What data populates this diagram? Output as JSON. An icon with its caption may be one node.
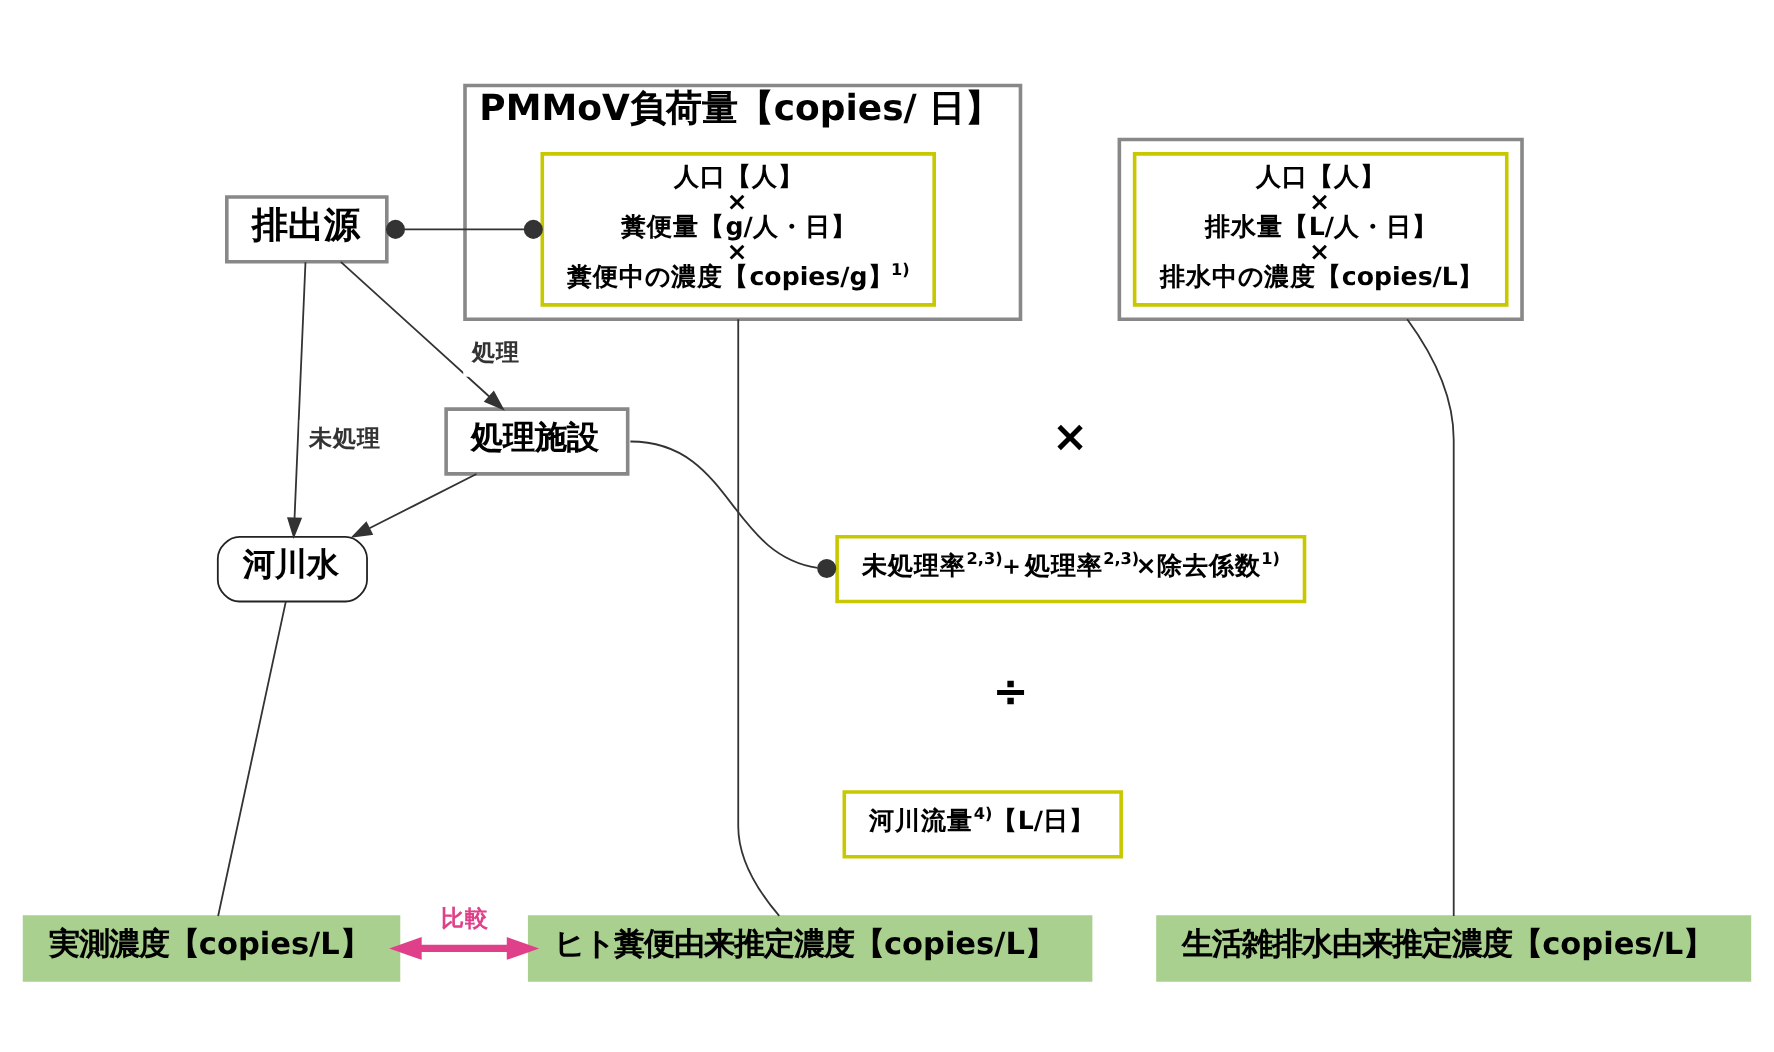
{
  "diagram": {
    "nodes": [
      {
        "text": [
          "排出源"
        ]
      },
      {
        "text": [
          "PMMoV負荷量【copies/ 日】"
        ]
      },
      {
        "text": [
          "人口【人】",
          "×",
          "糞便量【g/人・日】",
          "×",
          "糞便中の濃度【copies/g】$^{1)}$"
        ],
        "in": 1
      },
      {
        "text": [],
        "shape": "box"
      },
      {
        "text": [
          "人口【人】",
          "×",
          "排水量【L/人・日】",
          "×",
          "排水中の濃度【copies/L】"
        ],
        "in": 3
      },
      {
        "text": [
          "処理施設"
        ]
      },
      {
        "text": [
          "未処理率$^{2,3)}$＋処理率$^{2,3)}$×除去係数$^{1)}$"
        ]
      },
      {
        "text": [
          "河川水"
        ]
      },
      {
        "text": [
          "河川流量$^{4)}$【L/日】"
        ]
      },
      {
        "text": [
          "実測濃度【copies/L】"
        ]
      },
      {
        "text": [
          "ヒト糞便由来推定濃度【copies/L】"
        ]
      },
      {
        "text": [
          "生活雑排水由来推定濃度【copies/L】"
        ]
      }
    ],
    "edges": [
      {
        "from": 0,
        "to": 5,
        "arrow": "to",
        "label": "処理"
      },
      {
        "from": 0,
        "to": 7,
        "arrow": "to",
        "label": "未処理"
      },
      {
        "from": 5,
        "to": 7,
        "arrow": "to"
      },
      {
        "from": 0,
        "to": 2,
        "arrow": "other"
      },
      {
        "from": 5,
        "to": 6,
        "arrow": "other"
      },
      {
        "from": 7,
        "to": 9,
        "arrow": "none"
      },
      {
        "from": 1,
        "to": 10,
        "arrow": "none"
      },
      {
        "from": 3,
        "to": 11,
        "arrow": "none"
      },
      {
        "from": 9,
        "to": 10,
        "arrow": "both",
        "label": "比較",
        "style": "thick",
        "color": "#e0408a"
      }
    ],
    "labels": [
      "×",
      "÷"
    ]
  }
}
